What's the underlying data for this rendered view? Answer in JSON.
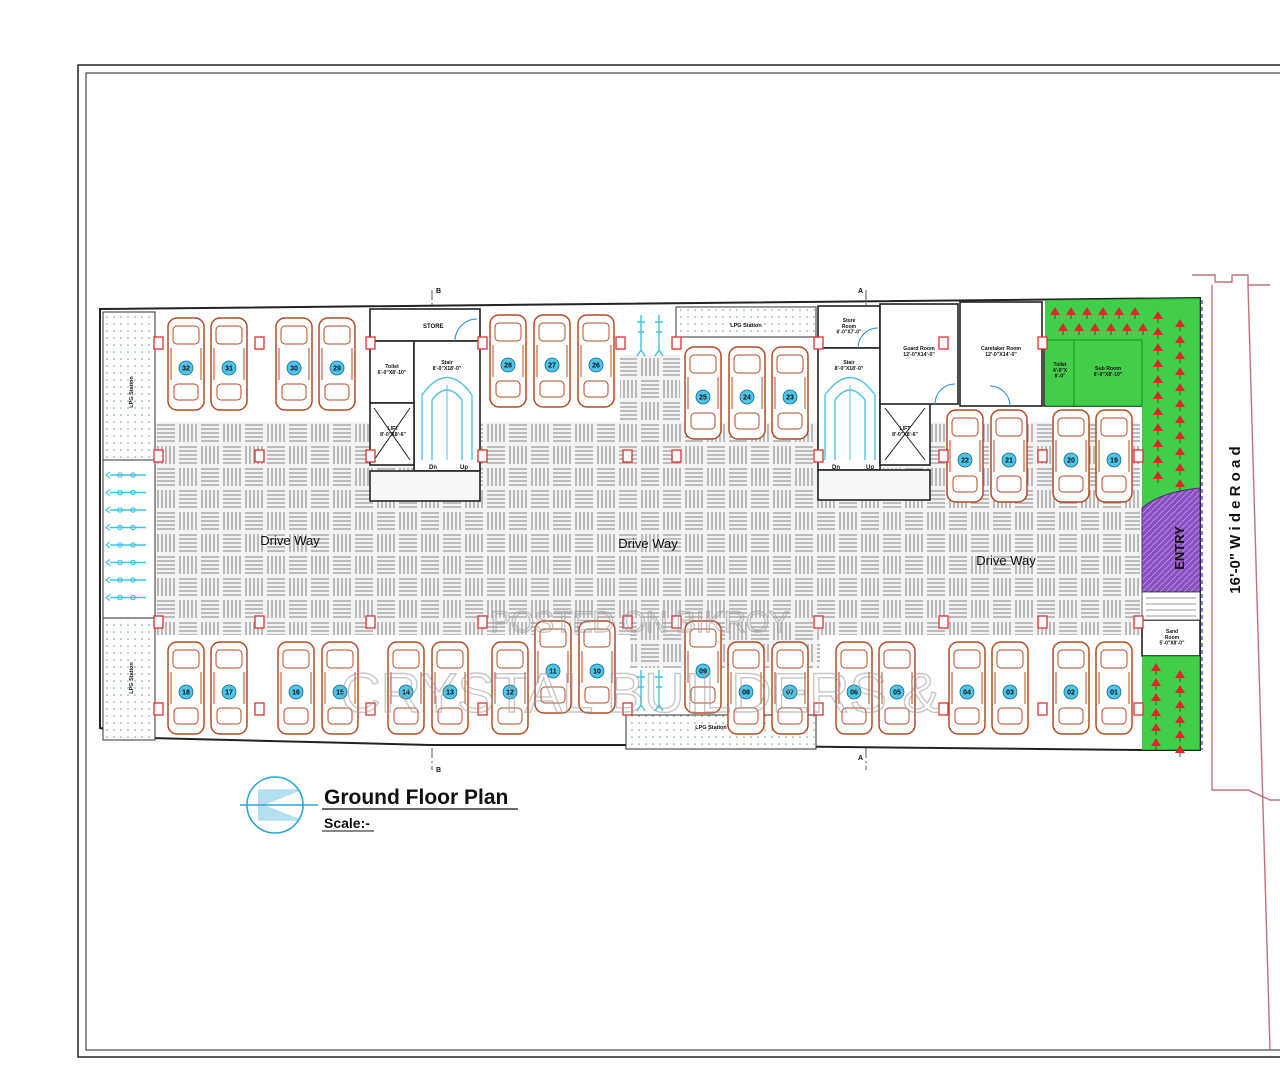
{
  "plan": {
    "title": "Ground Floor Plan",
    "scale_label": "Scale:-",
    "driveway_labels": [
      "Drive Way",
      "Drive Way",
      "Drive Way"
    ],
    "entry_label": "ENTRY",
    "road_label": "16'-0\" W i d e R o a d",
    "watermarks": [
      "POSTED ON BIKROY",
      "CRYSTAL BUILDERS &"
    ],
    "section_marks": {
      "top_b": "B",
      "bottom_b": "B",
      "top_a": "A",
      "bottom_a": "A"
    },
    "stair_labels": {
      "down": "Dn",
      "up": "Up"
    },
    "rooms": {
      "store": "STORE",
      "toilet_left": "Toilet\n6'-0\"X8'-10\"",
      "stair_left": "Stair\n8'-0\"X18'-0\"",
      "lift_left": "LIFT\n8'-0\"X8'-6\"",
      "lpg_top": "LPG Station",
      "lpg_bottom": "LPG Station",
      "lpg_left_top": "LPG Station",
      "lpg_left_bottom": "LPG Station",
      "store_room": "Store\nRoom\n6'-0\"X7'-0\"",
      "stair_right": "Stair\n8'-0\"X18'-0\"",
      "lift_right": "LIFT\n8'-0\"X8'-6\"",
      "guard_room": "Guard Room\n12'-0\"X14'-0\"",
      "caretaker_room": "Caretaker Room\n12'-0\"X14'-0\"",
      "toilet_right": "Toilet\n4'-0\"X\n6'-0\"",
      "sub_room": "Sub Room\n8'-0\"X8'-10\"",
      "sand_room": "Sand\nRoom\n5'-0\"X8'-0\""
    },
    "parking_slots": {
      "top_row": [
        "32",
        "31",
        "30",
        "29",
        "28",
        "27",
        "26",
        "25",
        "24",
        "23",
        "22",
        "21",
        "20",
        "19"
      ],
      "bottom_row": [
        "18",
        "17",
        "16",
        "15",
        "14",
        "13",
        "12",
        "11",
        "10",
        "09",
        "08",
        "07",
        "06",
        "05",
        "04",
        "03",
        "02",
        "01"
      ]
    },
    "colors": {
      "car_outline": "#b34b23",
      "column": "#e03030",
      "wall": "#222222",
      "slot_badge": "#4fc3e8",
      "entry_fill": "#8a4fc0",
      "landscape_green": "#22c62a",
      "landscape_red": "#e0262a",
      "arrow_cyan": "#3fc4e4",
      "compass": "#2aa6d8"
    }
  }
}
